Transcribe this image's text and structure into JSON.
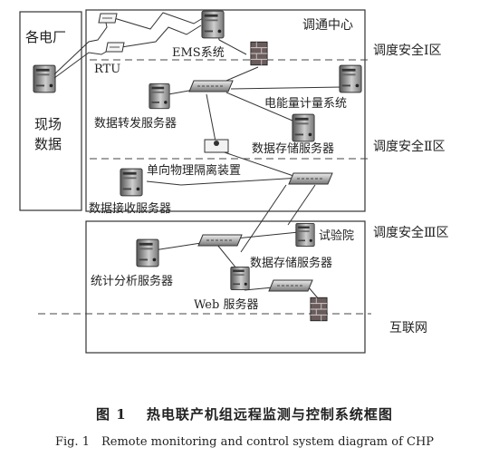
{
  "diagram": {
    "plant": {
      "title": "各电厂",
      "field_data_line1": "现场",
      "field_data_line2": "数据"
    },
    "nodes": {
      "rtu": "RTU",
      "ems": "EMS系统",
      "forward_server": "数据转发服务器",
      "metering": "电能量计量系统",
      "storage_server_2": "数据存储服务器",
      "isolation": "单向物理隔离装置",
      "receive_server": "数据接收服务器",
      "lab": "试验院",
      "storage_server_3": "数据存储服务器",
      "stats_server": "统计分析服务器",
      "web_server": "Web 服务器"
    },
    "zones": {
      "dispatch_center": "调通中心",
      "zone1": "调度安全Ⅰ区",
      "zone2": "调度安全Ⅱ区",
      "zone3": "调度安全Ⅲ区",
      "internet": "互联网"
    }
  },
  "caption": {
    "chinese": "图 1　 热电联产机组远程监测与控制系统框图",
    "english": "Fig. 1　Remote monitoring and control system diagram of CHP"
  }
}
